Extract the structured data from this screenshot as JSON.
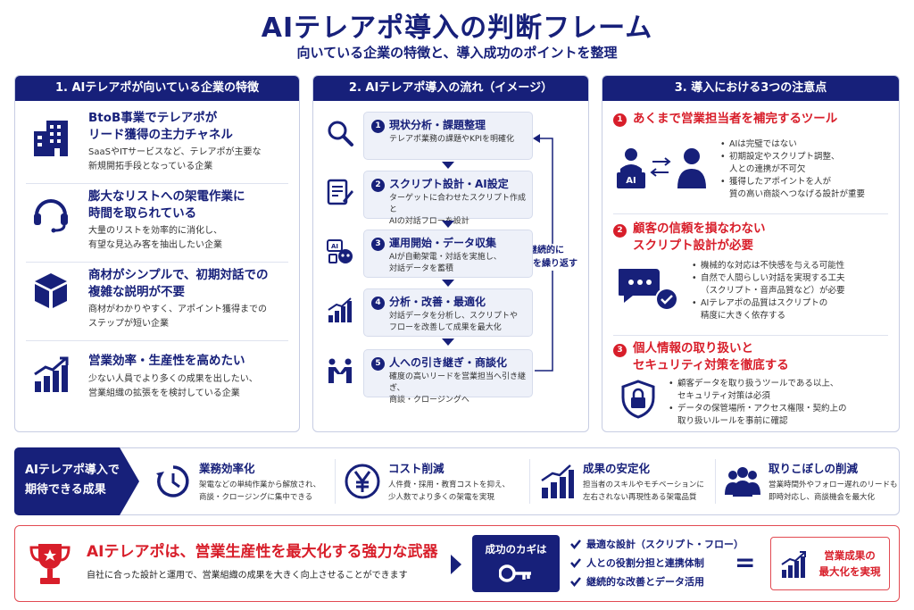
{
  "header": {
    "title": "AIテレアポ導入の判断フレーム",
    "subtitle": "向いている企業の特徴と、導入成功のポイントを整理"
  },
  "panel1": {
    "heading": "1. AIテレアポが向いている企業の特徴",
    "items": [
      {
        "icon": "building-icon",
        "title_lines": [
          "BtoB事業でテレアポが",
          "リード獲得の主力チャネル"
        ],
        "desc_lines": [
          "SaaSやITサービスなど、テレアポが主要な",
          "新規開拓手段となっている企業"
        ]
      },
      {
        "icon": "headset-icon",
        "title_lines": [
          "膨大なリストへの架電作業に",
          "時間を取られている"
        ],
        "desc_lines": [
          "大量のリストを効率的に消化し、",
          "有望な見込み客を抽出したい企業"
        ]
      },
      {
        "icon": "box-icon",
        "title_lines": [
          "商材がシンプルで、初期対話での",
          "複雑な説明が不要"
        ],
        "desc_lines": [
          "商材がわかりやすく、アポイント獲得までの",
          "ステップが短い企業"
        ]
      },
      {
        "icon": "growth-chart-icon",
        "title_lines": [
          "営業効率・生産性を高めたい"
        ],
        "desc_lines": [
          "少ない人員でより多くの成果を出したい、",
          "営業組織の拡張をを検討している企業"
        ]
      }
    ]
  },
  "panel2": {
    "heading": "2. AIテレアポ導入の流れ（イメージ）",
    "loop_lines": [
      "継続的に",
      "改善を繰り返す"
    ],
    "steps": [
      {
        "num": "1",
        "icon": "magnifier-icon",
        "title": "現状分析・課題整理",
        "desc_lines": [
          "テレアポ業務の課題やKPIを明確化"
        ]
      },
      {
        "num": "2",
        "icon": "script-edit-icon",
        "title": "スクリプト設計・AI設定",
        "desc_lines": [
          "ターゲットに合わせたスクリプト作成と",
          "AIの対話フローを設計"
        ]
      },
      {
        "num": "3",
        "icon": "ai-robot-icon",
        "title": "運用開始・データ収集",
        "desc_lines": [
          "AIが自動架電・対話を実施し、",
          "対話データを蓄積"
        ]
      },
      {
        "num": "4",
        "icon": "bar-chart-icon",
        "title": "分析・改善・最適化",
        "desc_lines": [
          "対話データを分析し、スクリプトや",
          "フローを改善して成果を最大化"
        ]
      },
      {
        "num": "5",
        "icon": "handshake-icon",
        "title": "人への引き継ぎ・商談化",
        "desc_lines": [
          "確度の高いリードを営業担当へ引き継ぎ、",
          "商談・クロージングへ"
        ]
      }
    ]
  },
  "panel3": {
    "heading": "3. 導入における3つの注意点",
    "items": [
      {
        "num": "1",
        "icon": "ai-human-exchange-icon",
        "ai_label": "AI",
        "title_lines": [
          "あくまで営業担当者を補完するツール"
        ],
        "bullets": [
          [
            "AIは完璧ではない"
          ],
          [
            "初期設定やスクリプト調整、",
            "人との連携が不可欠"
          ],
          [
            "獲得したアポイントを人が",
            "質の高い商談へつなげる設計が重要"
          ]
        ]
      },
      {
        "num": "2",
        "icon": "chat-check-icon",
        "title_lines": [
          "顧客の信頼を損なわない",
          "スクリプト設計が必要"
        ],
        "bullets": [
          [
            "機械的な対応は不快感を与える可能性"
          ],
          [
            "自然で人間らしい対話を実現する工夫",
            "（スクリプト・音声品質など）が必要"
          ],
          [
            "AIテレアポの品質はスクリプトの",
            "精度に大きく依存する"
          ]
        ]
      },
      {
        "num": "3",
        "icon": "shield-lock-icon",
        "title_lines": [
          "個人情報の取り扱いと",
          "セキュリティ対策を徹底する"
        ],
        "bullets": [
          [
            "顧客データを取り扱うツールである以上、",
            "セキュリティ対策は必須"
          ],
          [
            "データの保管場所・アクセス権限・契約上の",
            "取り扱いルールを事前に確認"
          ]
        ]
      }
    ]
  },
  "benefits": {
    "label_lines": [
      "AIテレアポ導入で",
      "期待できる成果"
    ],
    "items": [
      {
        "icon": "clock-icon",
        "title": "業務効率化",
        "desc_lines": [
          "架電などの単純作業から解放され、",
          "商談・クロージングに集中できる"
        ]
      },
      {
        "icon": "yen-icon",
        "title": "コスト削減",
        "desc_lines": [
          "人件費・採用・教育コストを抑え、",
          "少人数でより多くの架電を実現"
        ]
      },
      {
        "icon": "stable-chart-icon",
        "title": "成果の安定化",
        "desc_lines": [
          "担当者のスキルやモチベーションに",
          "左右されない再現性ある架電品質"
        ]
      },
      {
        "icon": "people-group-icon",
        "title": "取りこぼしの削減",
        "desc_lines": [
          "営業時間外やフォロー遅れのリードも",
          "即時対応し、商談機会を最大化"
        ]
      }
    ]
  },
  "bottom": {
    "trophy_icon": "trophy-icon",
    "headline": "AIテレアポは、営業生産性を最大化する強力な武器",
    "desc": "自社に合った設計と運用で、営業組織の成果を大きく向上させることができます",
    "key_title": "成功のカギは",
    "key_icon": "key-icon",
    "checks": [
      "最適な設計（スクリプト・フロー）",
      "人との役割分担と連携体制",
      "継続的な改善とデータ活用"
    ],
    "equals": "=",
    "result_lines": [
      "営業成果の",
      "最大化を実現"
    ]
  },
  "colors": {
    "navy": "#17207a",
    "red": "#d81e2a",
    "light": "#eef1f9"
  }
}
